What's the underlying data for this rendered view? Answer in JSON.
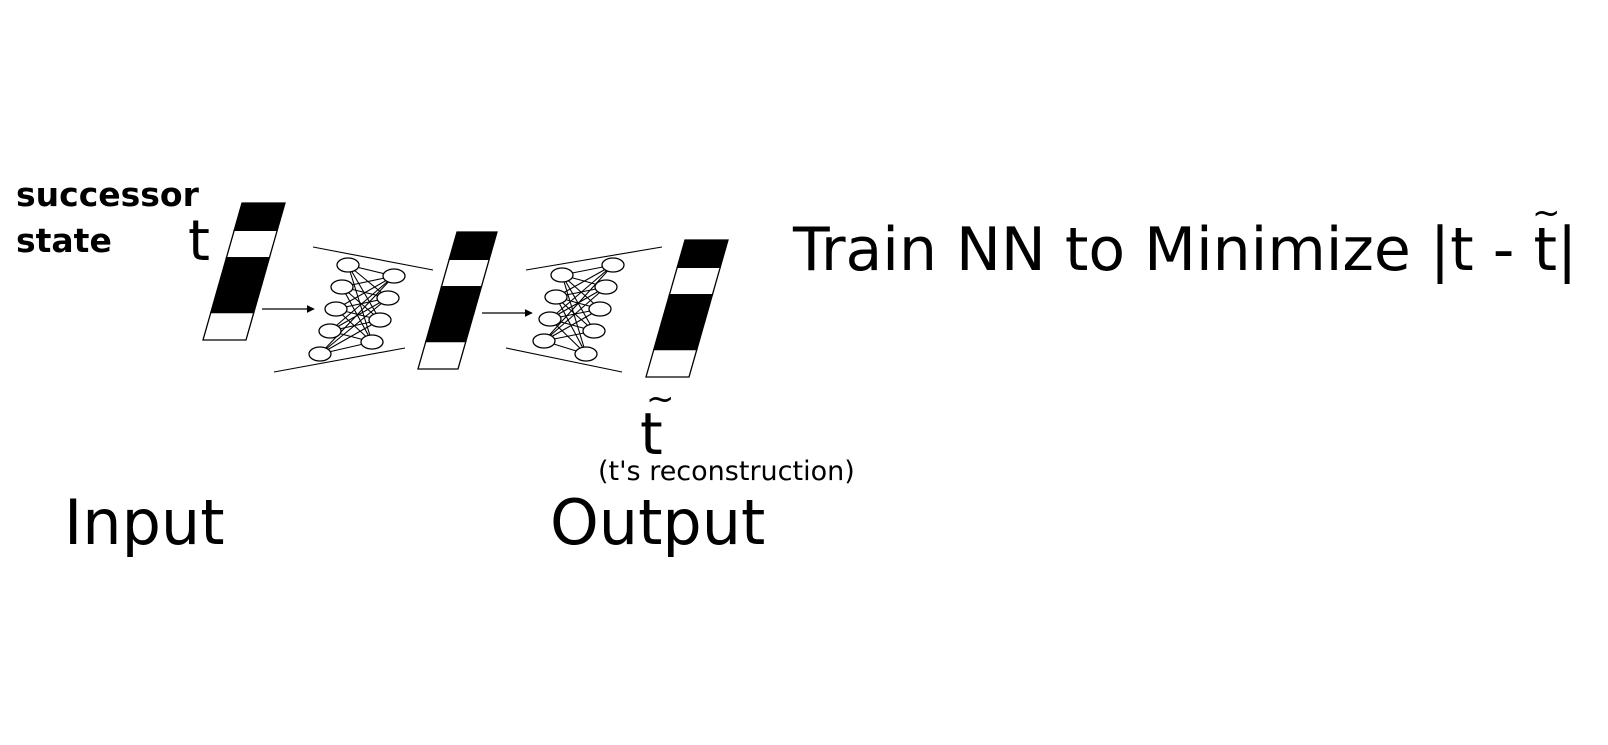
{
  "labels": {
    "successor": "successor",
    "state": "state",
    "t": "t",
    "t_tilde": "t",
    "tilde": "~",
    "reconstruction": "(t's reconstruction)",
    "input": "Input",
    "output": "Output"
  },
  "objective": {
    "text": "Train NN to Minimize |t - t|",
    "tilde": "~"
  },
  "vectors": {
    "input_cells": [
      "black",
      "white",
      "black",
      "black",
      "white"
    ],
    "hidden_cells": [
      "black",
      "white",
      "black",
      "black",
      "white"
    ],
    "output_cells": [
      "black",
      "white",
      "black",
      "black",
      "white"
    ]
  },
  "colors": {
    "ink": "#000000",
    "background": "#ffffff"
  }
}
